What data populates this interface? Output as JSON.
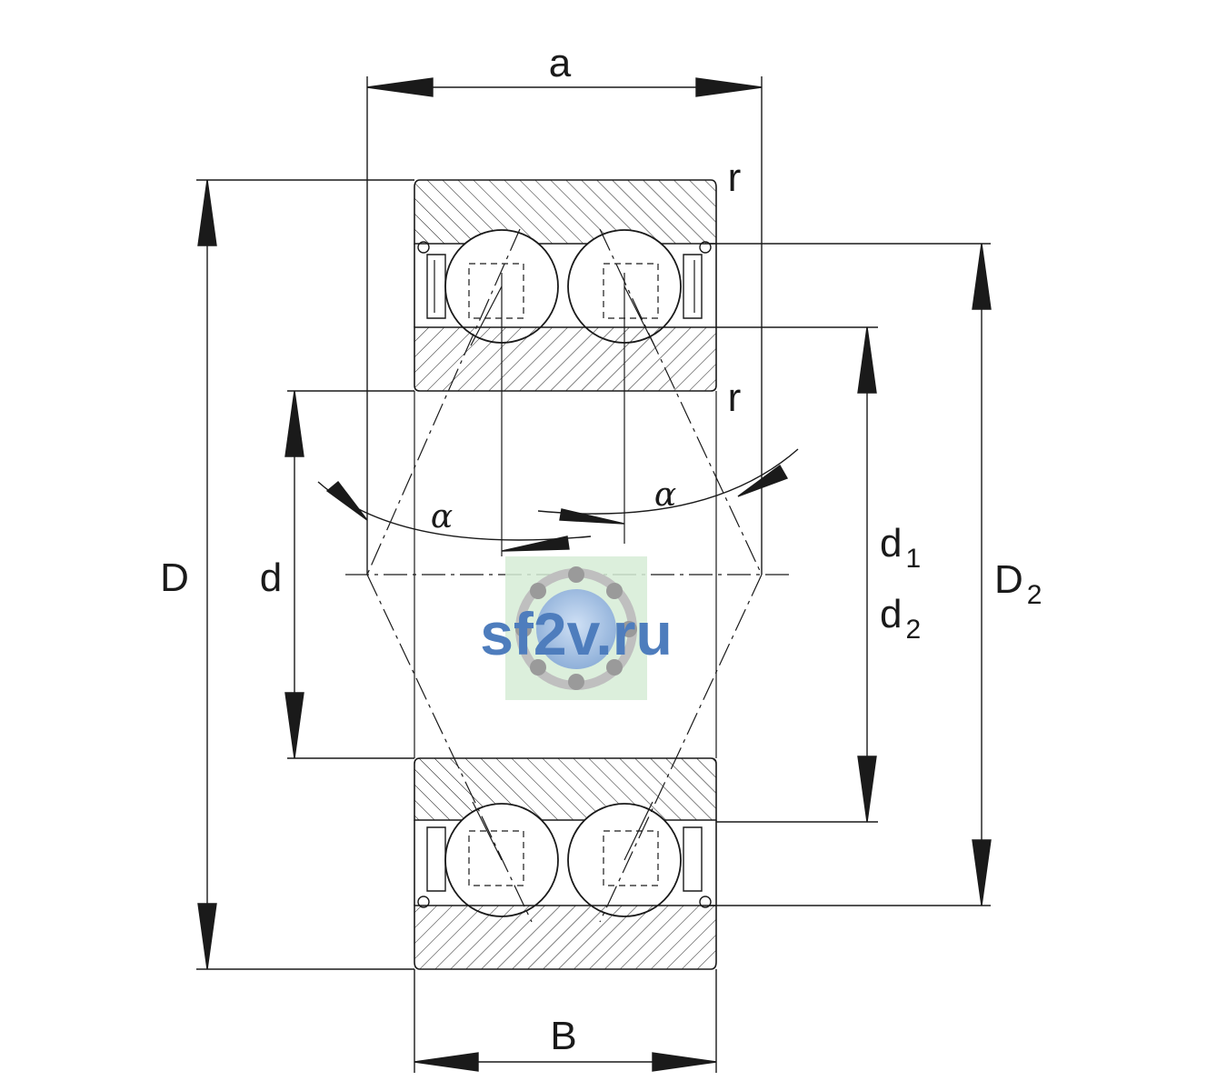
{
  "labels": {
    "a": "a",
    "r_top": "r",
    "r_mid": "r",
    "alpha_left": "α",
    "alpha_right": "α",
    "D": "D",
    "d": "d",
    "d1": "d",
    "d1_sub": "1",
    "d2": "d",
    "d2_sub": "2",
    "D2": "D",
    "D2_sub": "2",
    "B": "B"
  },
  "watermark": {
    "text": "sf2v.ru",
    "color": "#4e7dbd",
    "badge_color": "#d6ecd6"
  },
  "colors": {
    "line": "#1a1a1a",
    "background": "#ffffff"
  }
}
